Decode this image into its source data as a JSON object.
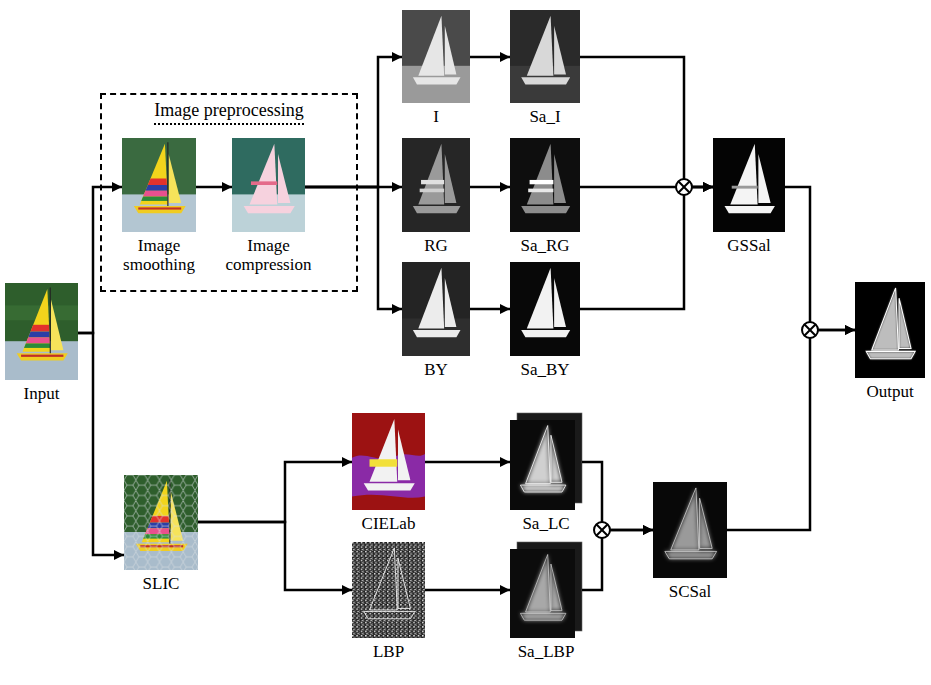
{
  "diagram": {
    "nodes": [
      {
        "text": [
          "Image preprocessing"
        ]
      },
      {
        "text": [
          "Image smoothing"
        ],
        "in": 0
      },
      {
        "text": [
          "Image compression"
        ],
        "in": 0
      },
      {
        "text": [
          "I"
        ]
      },
      {
        "text": [
          "Sa_I"
        ]
      },
      {
        "text": [
          "RG"
        ]
      },
      {
        "text": [
          "Sa_RG"
        ]
      },
      {
        "text": [
          "BY"
        ]
      },
      {
        "text": [
          "Sa_BY"
        ]
      },
      {
        "text": [
          "GSSal"
        ]
      },
      {
        "text": [
          "Input"
        ]
      },
      {
        "text": [
          "Output"
        ]
      },
      {
        "text": [
          "SLIC"
        ]
      },
      {
        "text": [
          "CIELab"
        ]
      },
      {
        "text": [
          "Sa_LC"
        ]
      },
      {
        "text": [
          "LBP"
        ]
      },
      {
        "text": [
          "Sa_LBP"
        ]
      },
      {
        "text": [
          "SCSal"
        ]
      }
    ],
    "edges": [
      {
        "from": 10,
        "to": 1,
        "arrow": "to"
      },
      {
        "from": 10,
        "to": 12,
        "arrow": "to"
      },
      {
        "from": 1,
        "to": 2,
        "arrow": "to"
      },
      {
        "from": 2,
        "to": 3,
        "arrow": "to"
      },
      {
        "from": 2,
        "to": 5,
        "arrow": "to"
      },
      {
        "from": 2,
        "to": 7,
        "arrow": "to"
      },
      {
        "from": 3,
        "to": 4,
        "arrow": "to"
      },
      {
        "from": 5,
        "to": 6,
        "arrow": "to"
      },
      {
        "from": 7,
        "to": 8,
        "arrow": "to"
      },
      {
        "from": 4,
        "to": 9,
        "arrow": "to"
      },
      {
        "from": 6,
        "to": 9,
        "arrow": "to"
      },
      {
        "from": 8,
        "to": 9,
        "arrow": "to"
      },
      {
        "from": 9,
        "to": 11,
        "arrow": "to"
      },
      {
        "from": 12,
        "to": 13,
        "arrow": "to"
      },
      {
        "from": 12,
        "to": 15,
        "arrow": "to"
      },
      {
        "from": 13,
        "to": 14,
        "arrow": "to"
      },
      {
        "from": 15,
        "to": 16,
        "arrow": "to"
      },
      {
        "from": 14,
        "to": 17,
        "arrow": "to"
      },
      {
        "from": 16,
        "to": 17,
        "arrow": "to"
      },
      {
        "from": 17,
        "to": 11,
        "arrow": "to"
      }
    ]
  }
}
